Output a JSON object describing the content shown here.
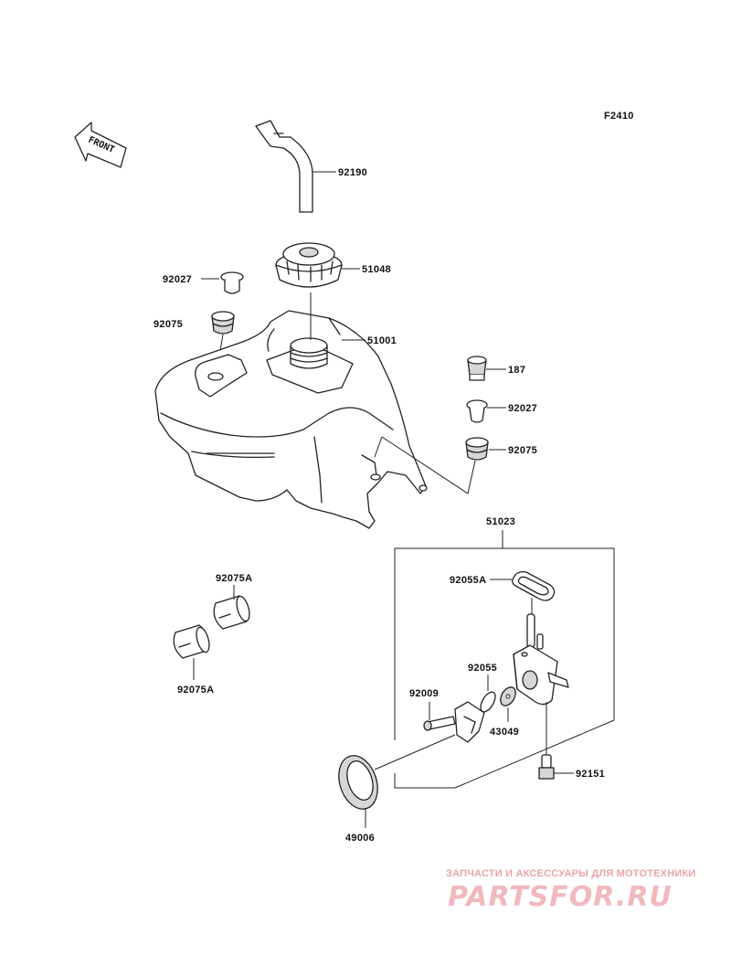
{
  "diagram": {
    "code": "F2410",
    "front_label": "FRONT",
    "parts": [
      {
        "id": "hose",
        "label": "92190"
      },
      {
        "id": "cap",
        "label": "51048"
      },
      {
        "id": "grommet-a",
        "label": "92027"
      },
      {
        "id": "damper-a",
        "label": "92075"
      },
      {
        "id": "tank",
        "label": "51001"
      },
      {
        "id": "bolt",
        "label": "187"
      },
      {
        "id": "grommet-b",
        "label": "92027"
      },
      {
        "id": "damper-b",
        "label": "92075"
      },
      {
        "id": "cock-assy",
        "label": "51023"
      },
      {
        "id": "gasket",
        "label": "92055A"
      },
      {
        "id": "oring",
        "label": "92055"
      },
      {
        "id": "screw",
        "label": "92009"
      },
      {
        "id": "plate",
        "label": "43049"
      },
      {
        "id": "screw-b",
        "label": "92151"
      },
      {
        "id": "collar-a",
        "label": "92075A"
      },
      {
        "id": "collar-b",
        "label": "92075A"
      },
      {
        "id": "ring",
        "label": "49006"
      }
    ]
  },
  "watermark": {
    "tagline": "ЗАПЧАСТИ И АКСЕССУАРЫ ДЛЯ МОТОТЕХНИКИ",
    "brand": "PARTSFOR.RU"
  }
}
